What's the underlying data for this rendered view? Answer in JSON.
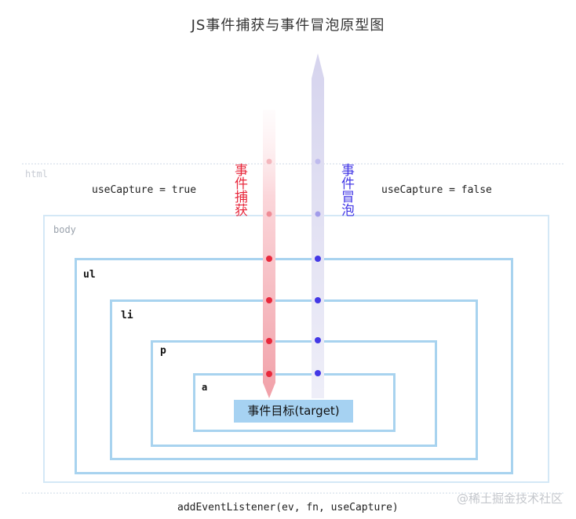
{
  "title": "JS事件捕获与事件冒泡原型图",
  "labels": {
    "html": "html",
    "body": "body",
    "ul": "ul",
    "li": "li",
    "p": "p",
    "a": "a"
  },
  "use_capture_true": "useCapture = true",
  "use_capture_false": "useCapture = false",
  "capture_label": "事件捕获",
  "bubble_label": "事件冒泡",
  "target_label": "事件目标(target)",
  "footer": "addEventListener(ev, fn, useCapture)",
  "watermark": "@稀土掘金技术社区",
  "colors": {
    "capture": "#e8283c",
    "bubble": "#4338e6",
    "box_border": "#a8d3ef",
    "target_fill": "#a6d2f2"
  }
}
